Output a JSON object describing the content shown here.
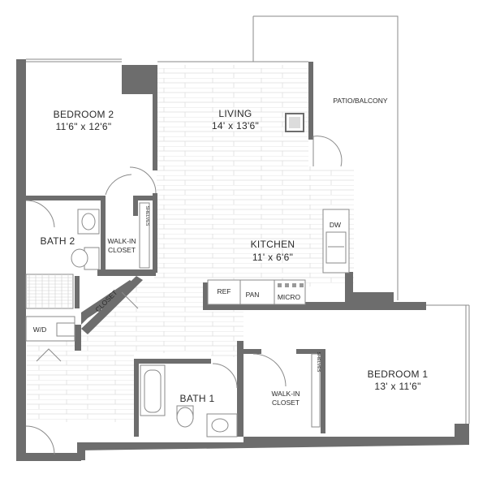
{
  "rooms": {
    "bedroom2": {
      "name": "BEDROOM 2",
      "size": "11'6\" x 12'6\""
    },
    "living": {
      "name": "LIVING",
      "size": "14' x 13'6\""
    },
    "patio": {
      "name": "PATIO/BALCONY"
    },
    "kitchen": {
      "name": "KITCHEN",
      "size": "11' x 6'6\""
    },
    "bath2": {
      "name": "BATH 2"
    },
    "walkin_closet_2": {
      "line1": "WALK-IN",
      "line2": "CLOSET"
    },
    "closet": {
      "name": "CLOSET"
    },
    "wd": {
      "name": "W/D"
    },
    "bath1": {
      "name": "BATH 1"
    },
    "walkin_closet_1": {
      "line1": "WALK-IN",
      "line2": "CLOSET"
    },
    "bedroom1": {
      "name": "BEDROOM 1",
      "size": "13' x 11'6\""
    }
  },
  "appliances": {
    "dw": "DW",
    "ref": "REF",
    "pan": "PAN",
    "micro": "MICRO"
  },
  "shelves_label": "SHELVES",
  "colors": {
    "wall": "#6d6d6d",
    "line": "#8a8a8a",
    "background": "#ffffff"
  }
}
